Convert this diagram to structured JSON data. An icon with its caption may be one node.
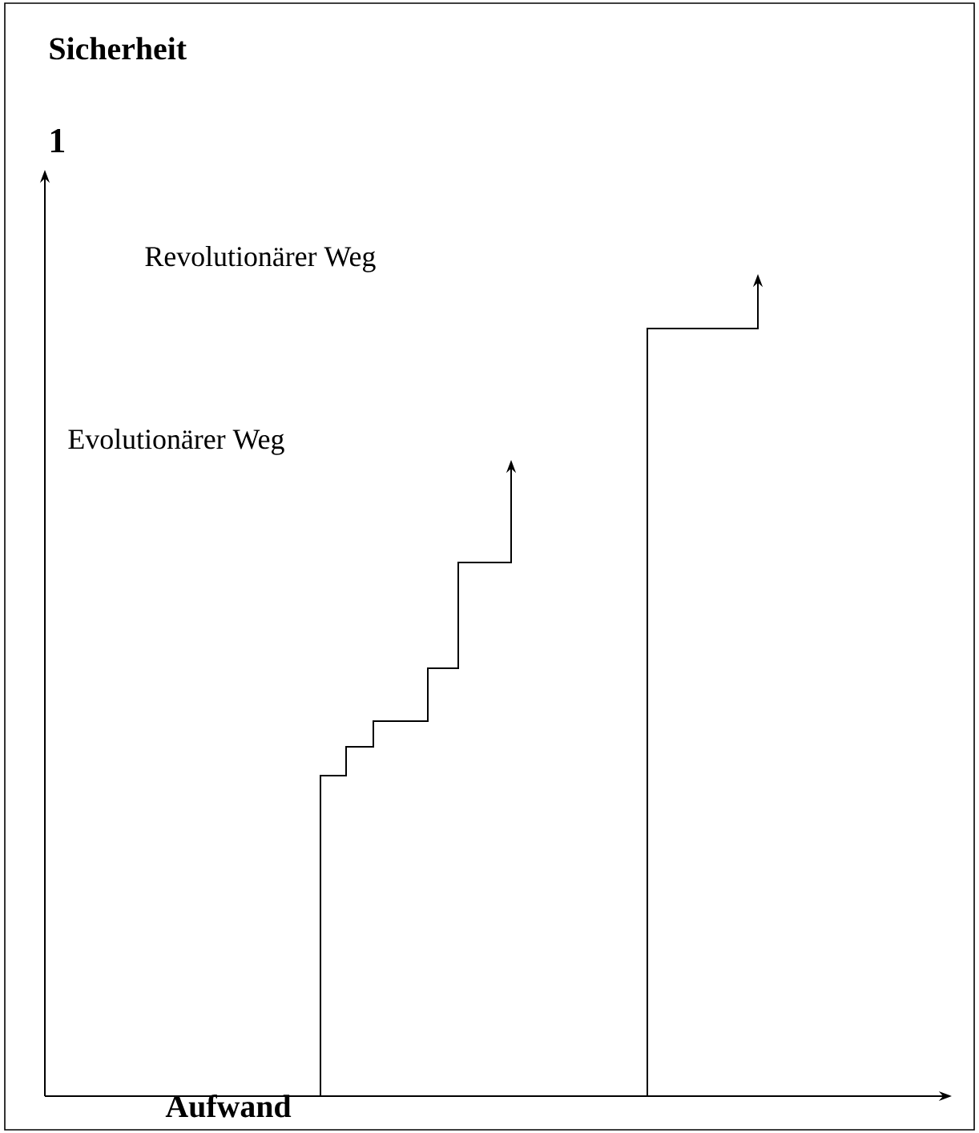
{
  "diagram": {
    "labels": [
      "Sicherheit",
      "1",
      "Revolutionärer Weg",
      "Evolutionärer Weg",
      "Aufwand"
    ]
  }
}
